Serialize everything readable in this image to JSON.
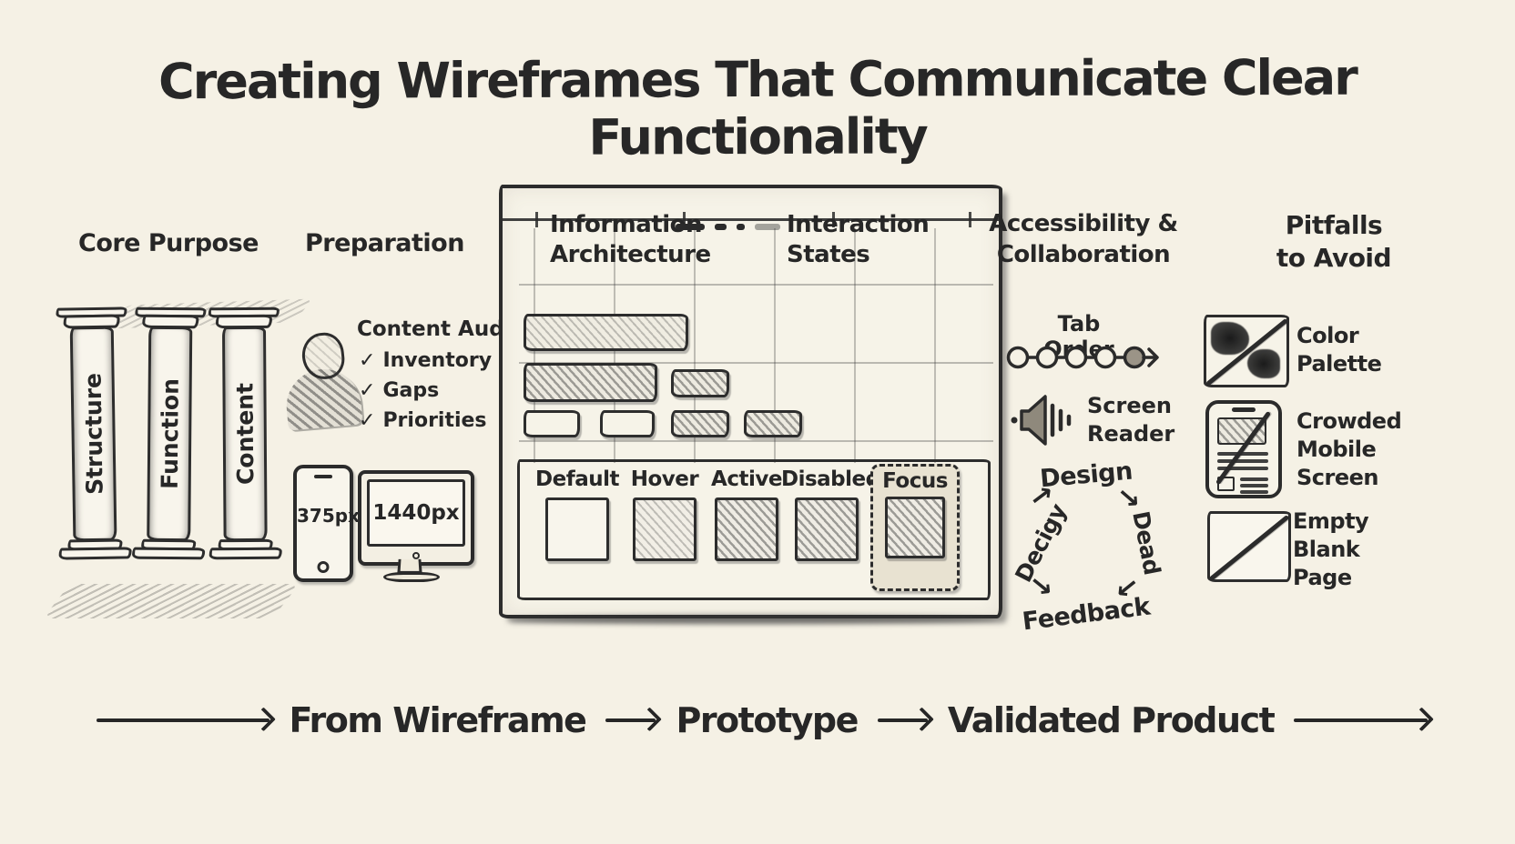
{
  "title": "Creating Wireframes That Communicate Clear Functionality",
  "sections": {
    "core_purpose": {
      "heading": "Core Purpose",
      "pillars": [
        "Structure",
        "Function",
        "Content"
      ]
    },
    "preparation": {
      "heading": "Preparation",
      "content_audit": {
        "title": "Content Audit:",
        "check_glyph": "✓",
        "items": [
          "Inventory",
          "Gaps",
          "Priorities"
        ]
      },
      "devices": {
        "phone_label": "375px",
        "desktop_label": "1440px"
      }
    },
    "wireframe_panel": {
      "ia_heading": "Information Architecture",
      "is_heading": "Interaction States",
      "states": [
        "Default",
        "Hover",
        "Active",
        "Disabled",
        "Focus"
      ]
    },
    "accessibility": {
      "heading": "Accessibility & Collaboration",
      "tab_order_label": "Tab Order",
      "screen_reader_label": "Screen Reader",
      "cycle": {
        "top": "Design",
        "right": "Dead",
        "bottom": "Feedback",
        "left": "Decigy",
        "arrow_nw": "↗",
        "arrow_ne": "↘",
        "arrow_se": "↙",
        "arrow_sw": "↘"
      }
    },
    "pitfalls": {
      "heading": "Pitfalls to Avoid",
      "items": [
        "Color Palette",
        "Crowded Mobile Screen",
        "Empty Blank Page"
      ]
    }
  },
  "flow": {
    "steps": [
      "From Wireframe",
      "Prototype",
      "Validated Product"
    ]
  },
  "colors": {
    "background": "#f5f1e5",
    "ink": "#272727"
  }
}
